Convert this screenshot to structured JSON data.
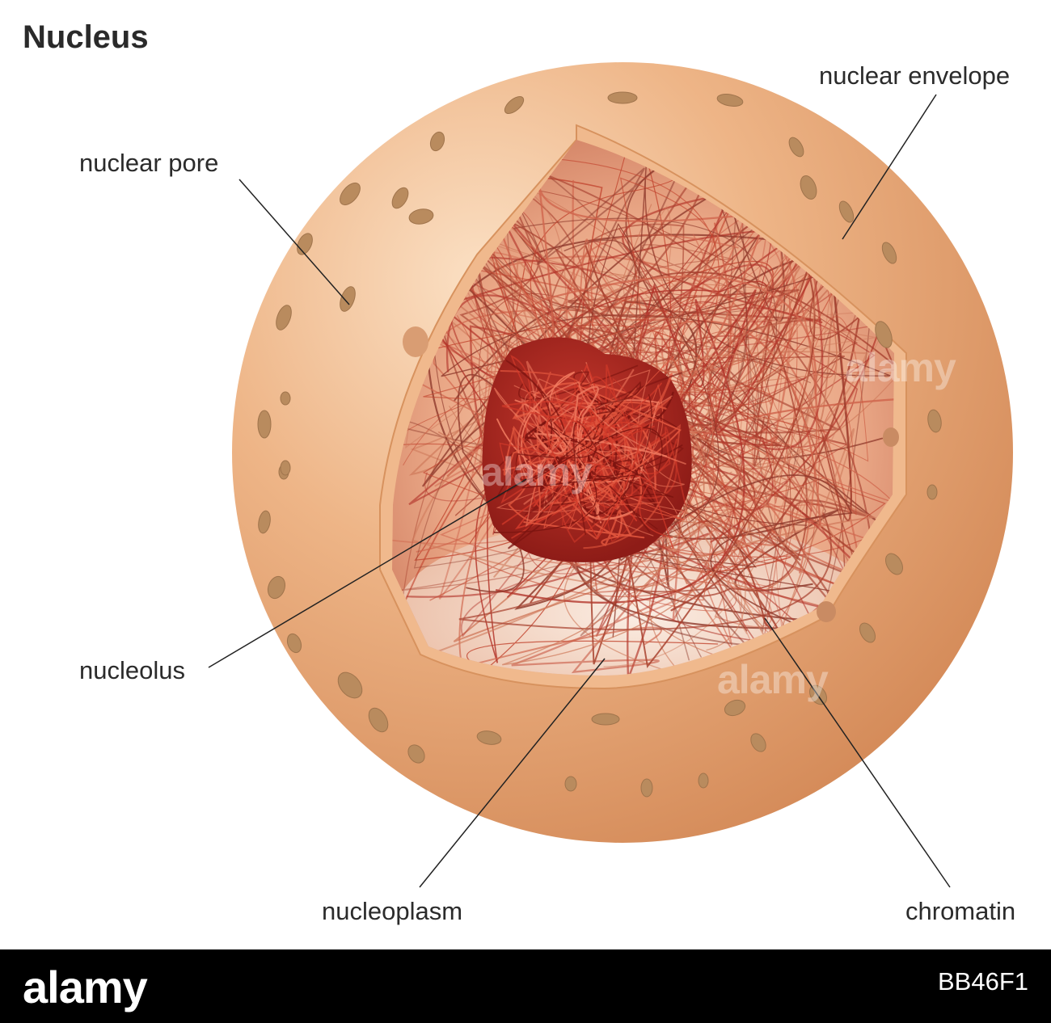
{
  "title": "Nucleus",
  "labels": {
    "nuclear_envelope": "nuclear envelope",
    "nuclear_pore": "nuclear pore",
    "nucleolus": "nucleolus",
    "nucleoplasm": "nucleoplasm",
    "chromatin": "chromatin"
  },
  "watermark": "alamy",
  "footer": {
    "brand": "alamy",
    "image_code": "BB46F1"
  },
  "colors": {
    "envelope": "#e8a877",
    "pore": "#b98b5e",
    "interior": "#f2c4a2",
    "nucleolus": "#b8231a",
    "chromatin": "#c0402d"
  }
}
